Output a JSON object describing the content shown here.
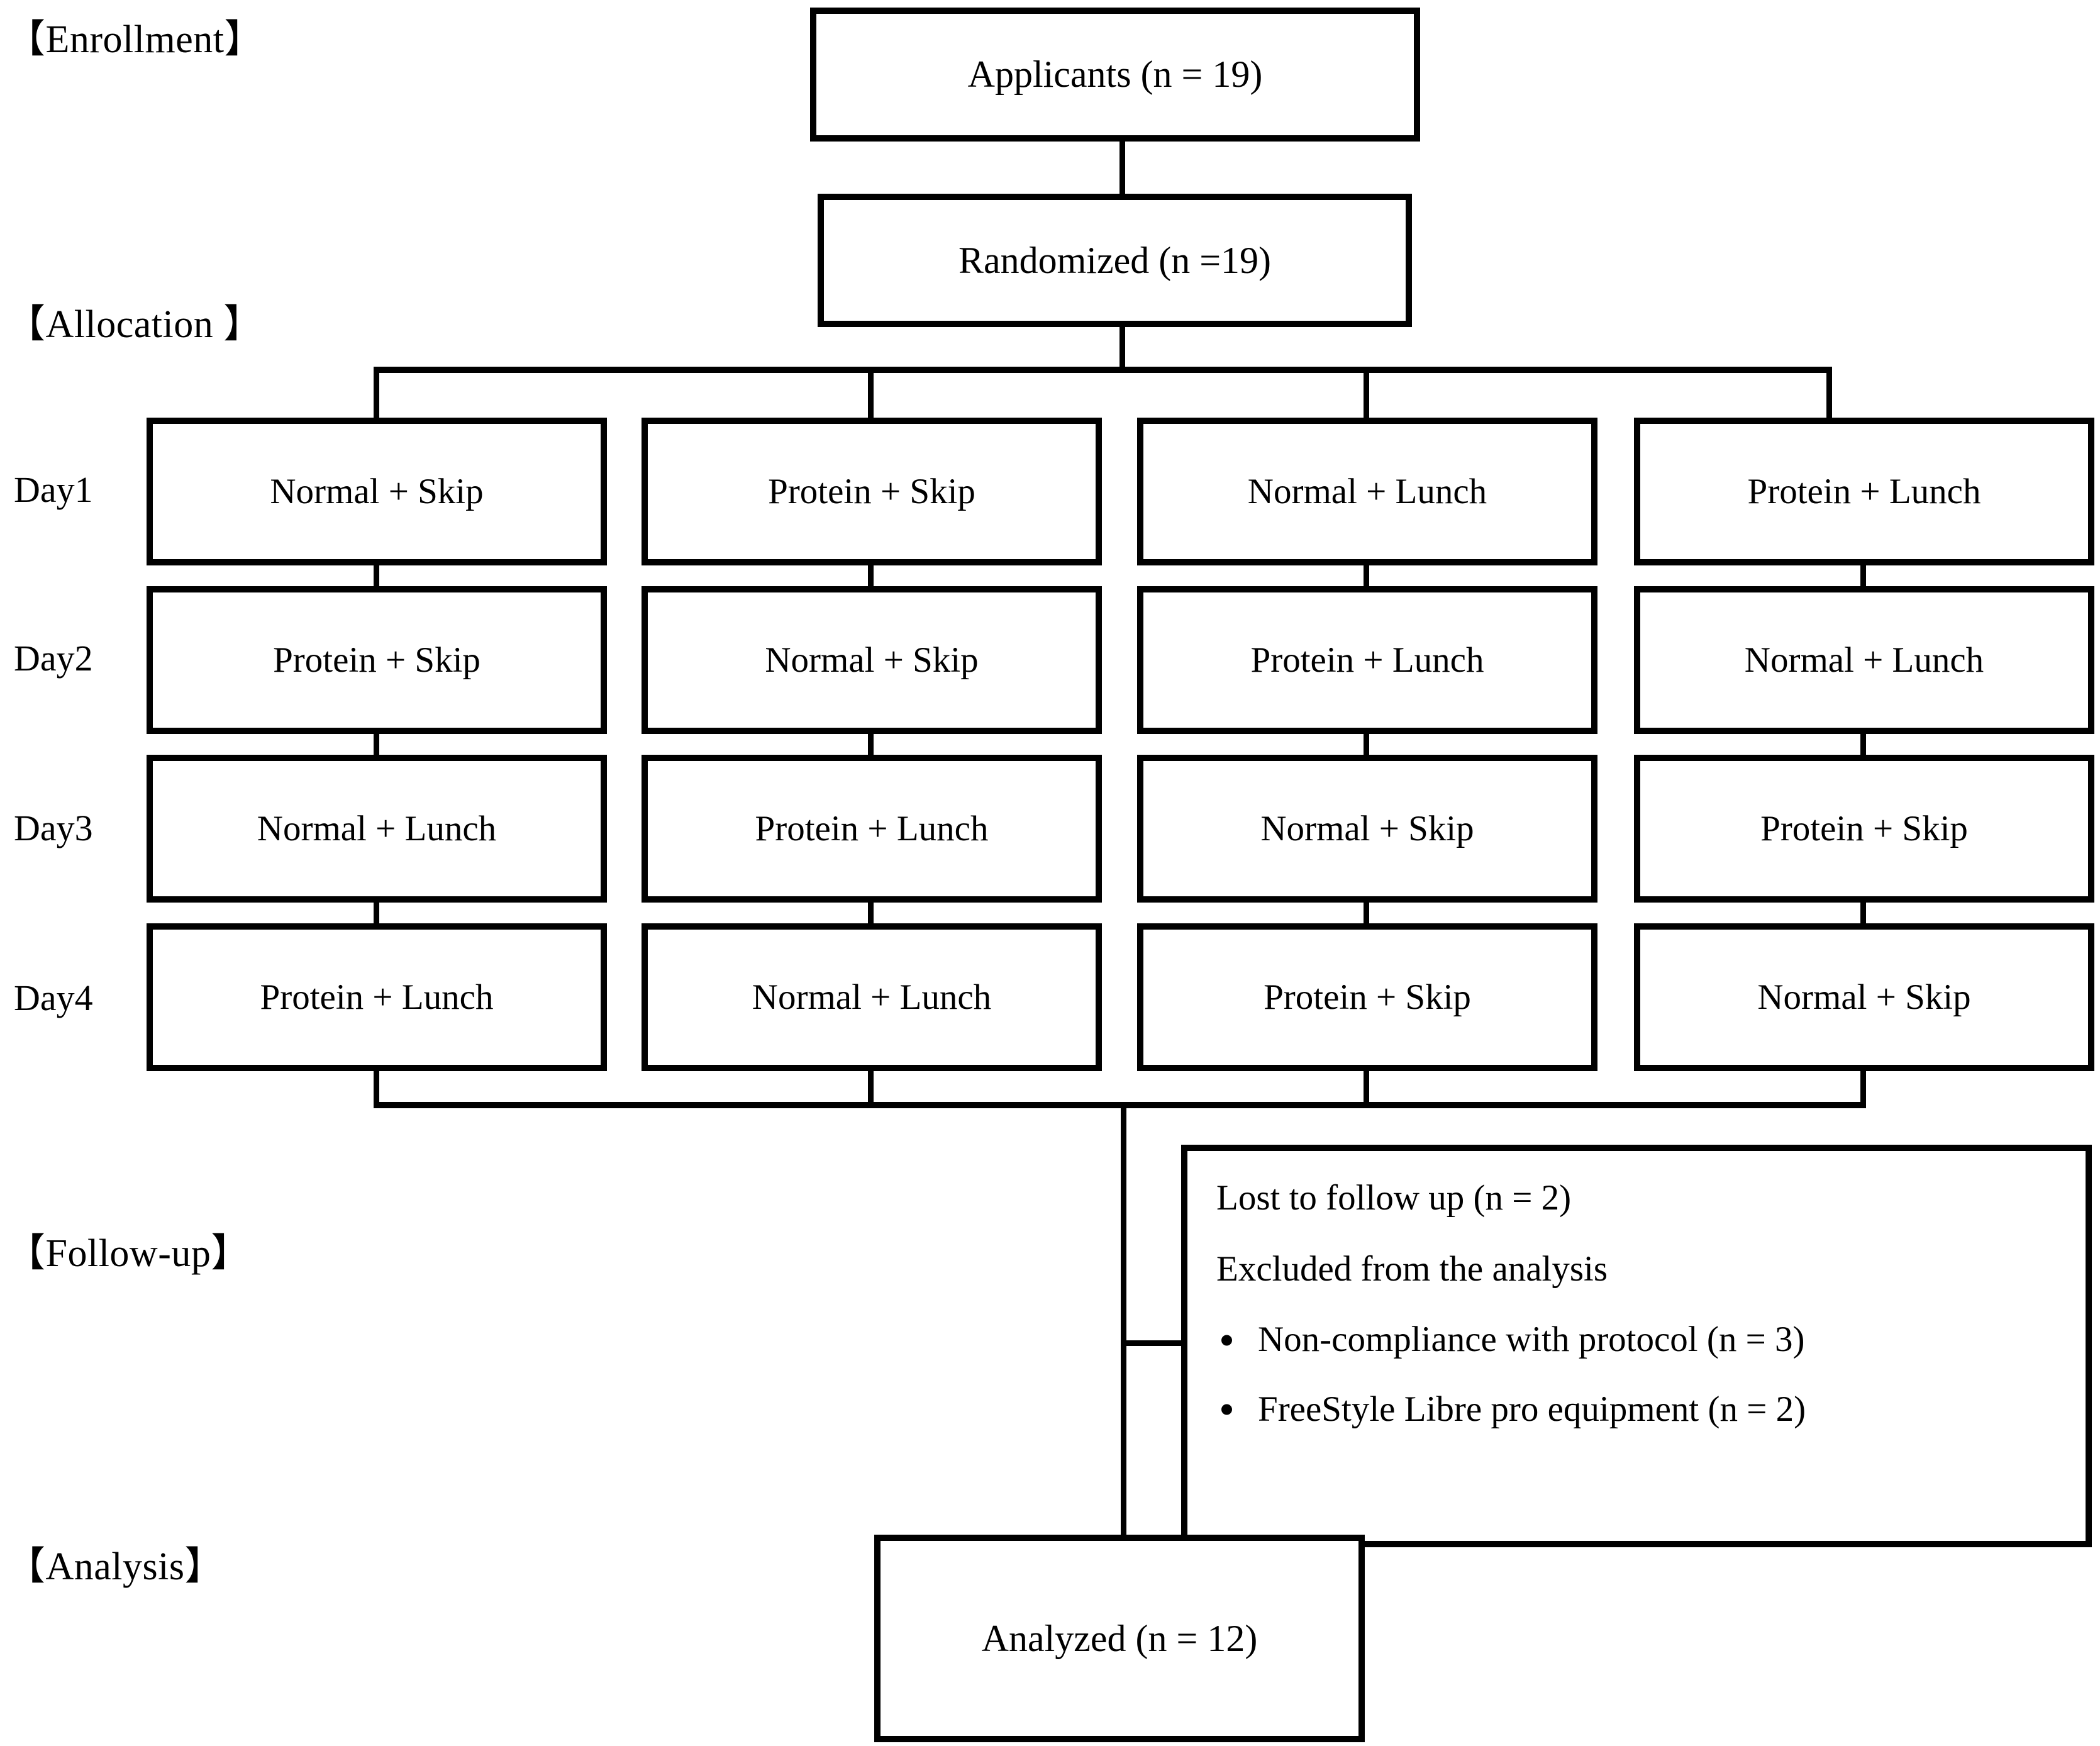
{
  "diagram": {
    "title_alt": "CONSORT participant flow diagram",
    "stages": [
      {
        "id": "enrollment",
        "label": "【Enrollment】"
      },
      {
        "id": "allocation",
        "label": "【Allocation 】"
      },
      {
        "id": "followup",
        "label": "【Follow-up】"
      },
      {
        "id": "analysis",
        "label": "【Analysis】"
      }
    ],
    "enrollment": {
      "applicants_box": "Applicants (n = 19)",
      "randomized_box": "Randomized (n =19)"
    },
    "allocation": {
      "day_labels": [
        "Day1",
        "Day2",
        "Day3",
        "Day4"
      ],
      "sequences": [
        [
          "Normal + Skip",
          "Protein + Skip",
          "Normal + Lunch",
          "Protein + Lunch"
        ],
        [
          "Protein + Skip",
          "Normal + Skip",
          "Protein + Lunch",
          "Normal + Lunch"
        ],
        [
          "Normal + Lunch",
          "Protein + Lunch",
          "Normal + Skip",
          "Protein + Skip"
        ],
        [
          "Protein + Lunch",
          "Normal + Lunch",
          "Protein + Skip",
          "Normal + Skip"
        ]
      ]
    },
    "followup": {
      "lost_line": "Lost to follow up (n = 2)",
      "excluded_line": "Excluded from the analysis",
      "excluded_reasons": [
        "Non-compliance with protocol (n = 3)",
        "FreeStyle Libre pro equipment (n = 2)"
      ]
    },
    "analysis": {
      "analyzed_box": "Analyzed (n = 12)"
    },
    "colors": {
      "line": "#000000",
      "background": "#ffffff",
      "text": "#000000"
    }
  }
}
